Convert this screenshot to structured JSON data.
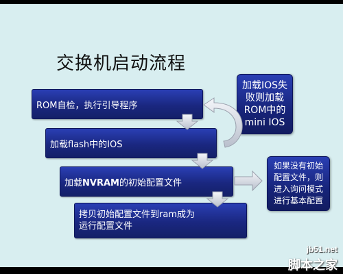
{
  "title": "交换机启动流程",
  "steps": [
    {
      "label": "ROM自检，执行引导程序"
    },
    {
      "label": "加载flash中的IOS"
    },
    {
      "label_prefix": "加载",
      "label_bold": "NVRAM",
      "label_suffix": "的初始配置文件"
    },
    {
      "line1": "拷贝初始配置文件到ram成为",
      "line2": "运行配置文件"
    }
  ],
  "side_boxes": {
    "ios_fail": {
      "lines": [
        "加载IOS失",
        "败则加载",
        "ROM中的",
        "mini IOS"
      ]
    },
    "no_config": {
      "lines": [
        "如果没有初始",
        "配置文件，则",
        "进入询问模式",
        "进行基本配置"
      ]
    }
  },
  "watermark": {
    "site": "jb51.net",
    "name": "脚本之家"
  },
  "colors": {
    "background": "#d8eef0",
    "box": "#1a2780",
    "arrow": "#d9dde6"
  }
}
